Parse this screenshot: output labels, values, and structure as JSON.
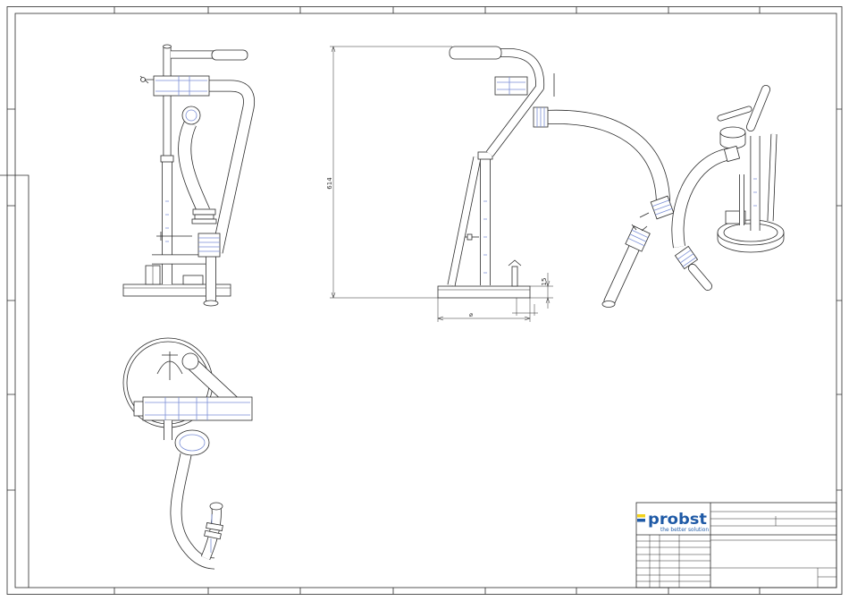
{
  "drawing": {
    "dimensions": {
      "height_label": "614",
      "base_thickness_label": "15",
      "diameter_symbol": "⌀"
    }
  },
  "title_block": {
    "logo": {
      "name": "probst",
      "tagline": "the better solution"
    }
  },
  "icons": {
    "logo_mark": "probst-logo-mark-icon"
  },
  "colors": {
    "line": "#2b2b2b",
    "highlight": "#7b8fd6",
    "paper": "#ffffff",
    "logo_blue": "#1f5aa6",
    "logo_yellow": "#f2d21b"
  }
}
